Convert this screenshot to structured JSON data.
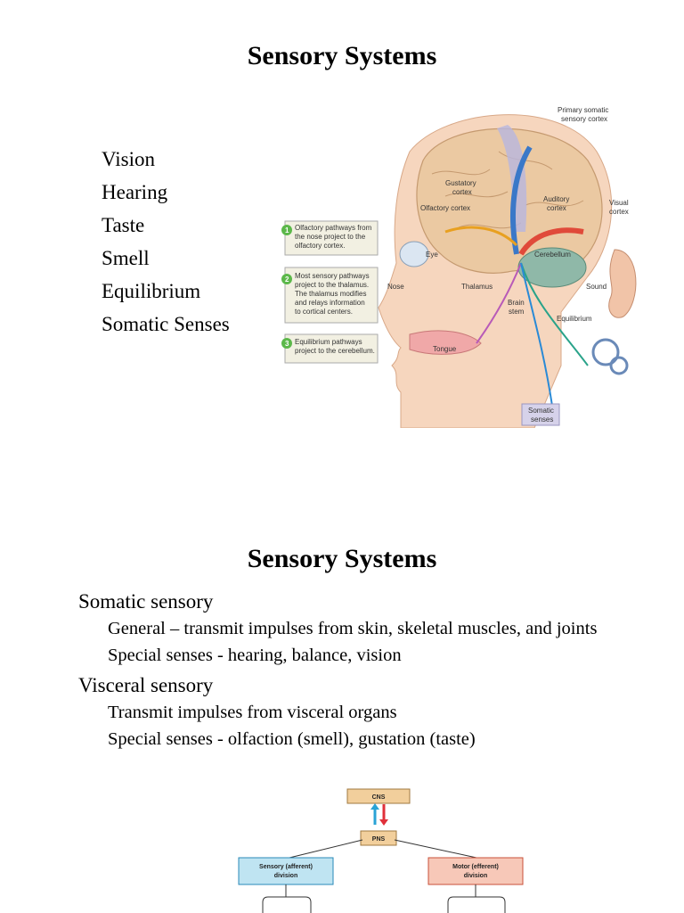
{
  "slide1": {
    "title": "Sensory Systems",
    "bullets": [
      "Vision",
      "Hearing",
      "Taste",
      "Smell",
      "Equilibrium",
      "Somatic Senses"
    ],
    "figure": {
      "step1": "Olfactory pathways from the nose project to the olfactory cortex.",
      "step1_lines": [
        "Olfactory pathways from",
        "the nose project to the",
        "olfactory cortex."
      ],
      "step2_lines": [
        "Most sensory pathways",
        "project to the thalamus.",
        "The thalamus modifies",
        "and relays information",
        "to cortical centers."
      ],
      "step3_lines": [
        "Equilibrium pathways",
        "project to the cerebellum."
      ],
      "labels": {
        "primary_somatic": "Primary somatic",
        "sensory_cortex": "sensory cortex",
        "gustatory": "Gustatory",
        "cortex": "cortex",
        "olfactory_cortex": "Olfactory cortex",
        "auditory": "Auditory",
        "visual": "Visual",
        "eye": "Eye",
        "nose": "Nose",
        "thalamus": "Thalamus",
        "cerebellum": "Cerebellum",
        "sound": "Sound",
        "brain": "Brain",
        "stem": "stem",
        "equilibrium": "Equilibrium",
        "tongue": "Tongue",
        "somatic": "Somatic",
        "senses": "senses"
      }
    }
  },
  "slide2": {
    "title": "Sensory Systems",
    "items": [
      {
        "text": "Somatic sensory",
        "level": 1
      },
      {
        "text": "General – transmit impulses from skin, skeletal muscles, and joints",
        "level": 2
      },
      {
        "text": "Special senses  - hearing, balance, vision",
        "level": 2
      },
      {
        "text": "Visceral sensory",
        "level": 1
      },
      {
        "text": "Transmit impulses from visceral organs",
        "level": 2
      },
      {
        "text": "Special senses - olfaction (smell), gustation (taste)",
        "level": 2
      }
    ],
    "flow": {
      "cns": "CNS",
      "pns": "PNS",
      "sensory_line1": "Sensory (afferent)",
      "sensory_line2": "division",
      "motor_line1": "Motor (efferent)",
      "motor_line2": "division"
    }
  },
  "colors": {
    "box_tan": "#f2cf9c",
    "sensory_blue": "#bfe4f2",
    "motor_pink": "#f7c8b8",
    "arrow_blue": "#2aa3d6",
    "arrow_red": "#e0303a"
  }
}
